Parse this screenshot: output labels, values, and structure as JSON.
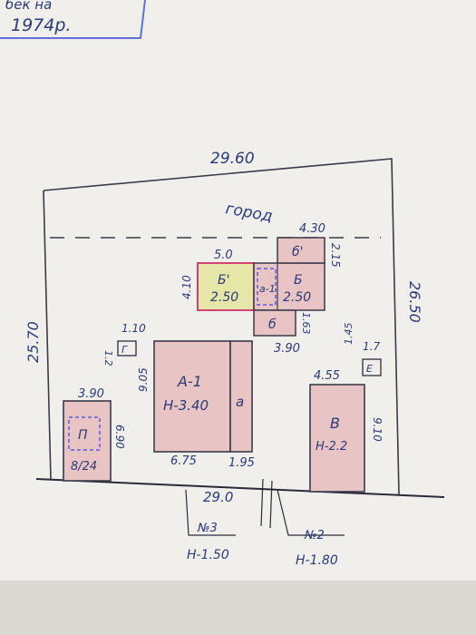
{
  "header": {
    "stamp_fragment": "бек на",
    "year": "1974р."
  },
  "plot": {
    "top_length": "29.60",
    "bottom_length": "29.0",
    "left_length": "25.70",
    "right_length": "26.50",
    "garden_label": "город"
  },
  "buildings": {
    "A": {
      "label": "А-1",
      "height": "Н-3.40",
      "width": "6.75",
      "depth": "9.05"
    },
    "a": {
      "label": "а",
      "width": "1.95"
    },
    "B_prime": {
      "label": "Б'",
      "value": "2.50",
      "width": "5.0",
      "depth": "4.10"
    },
    "B": {
      "label": "Б",
      "value": "2.50",
      "small": "а-1",
      "width": "3.90",
      "depth": "1.63"
    },
    "b_prime": {
      "label": "б'",
      "width": "4.30",
      "depth": "2.15"
    },
    "b": {
      "label": "б"
    },
    "V": {
      "label": "В",
      "height": "Н-2.2",
      "width": "4.55",
      "depth": "9.10"
    },
    "G": {
      "label": "Г",
      "width": "1.10",
      "depth": "1.2"
    },
    "E": {
      "label": "Е",
      "width": "1.7",
      "depth": "1.45"
    },
    "P": {
      "label": "П",
      "area": "8/24",
      "width": "3.90",
      "depth": "6.90"
    }
  },
  "fences": {
    "n3": {
      "label": "№3",
      "height": "Н-1.50"
    },
    "n2": {
      "label": "№2",
      "height": "Н-1.80"
    }
  },
  "colors": {
    "ink": "#2a3b78",
    "fill_red": "#e8c4c4",
    "fill_yellow": "#e6e6a8",
    "marker_red": "#d04070",
    "marker_blue": "#5a5ae0"
  }
}
